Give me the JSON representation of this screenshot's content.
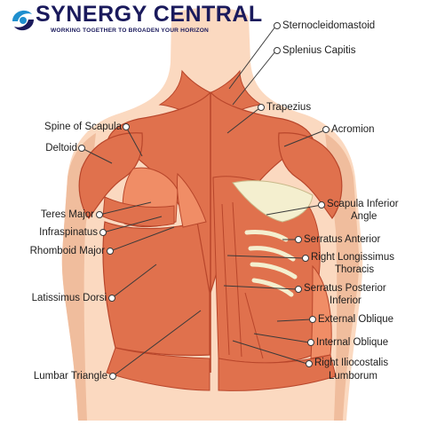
{
  "brand": {
    "name": "SYNERGY CENTRAL",
    "tagline": "WORKING TOGETHER TO BROADEN YOUR HORIZON",
    "colors": {
      "navy": "#1a1a5c",
      "cyan": "#1f8fce"
    }
  },
  "colors": {
    "skin": "#fbd9c0",
    "skin_shadow": "#f0bd9d",
    "muscle": "#e0714d",
    "muscle_dark": "#b8462b",
    "muscle_light": "#f08d66",
    "bone": "#f4efcf",
    "leader": "#3a3a3a"
  },
  "labels": {
    "sternocleidomastoid": "Sternocleidomastoid",
    "splenius_capitis": "Splenius Capitis",
    "trapezius": "Trapezius",
    "acromion": "Acromion",
    "spine_of_scapula": "Spine of Scapula",
    "deltoid": "Deltoid",
    "teres_major": "Teres Major",
    "infraspinatus": "Infraspinatus",
    "rhomboid_major": "Rhomboid Major",
    "latissimus_dorsi": "Latissimus Dorsi",
    "lumbar_triangle": "Lumbar Triangle",
    "scapula_inferior_angle_1": "Scapula Inferior",
    "scapula_inferior_angle_2": "Angle",
    "serratus_anterior": "Serratus Anterior",
    "right_longissimus_thoracis_1": "Right Longissimus",
    "right_longissimus_thoracis_2": "Thoracis",
    "serratus_posterior_inferior_1": "Serratus Posterior",
    "serratus_posterior_inferior_2": "Inferior",
    "external_oblique": "External Oblique",
    "internal_oblique": "Internal Oblique",
    "right_iliocostalis_lumborum_1": "Right Iliocostalis",
    "right_iliocostalis_lumborum_2": "Lumborum"
  }
}
